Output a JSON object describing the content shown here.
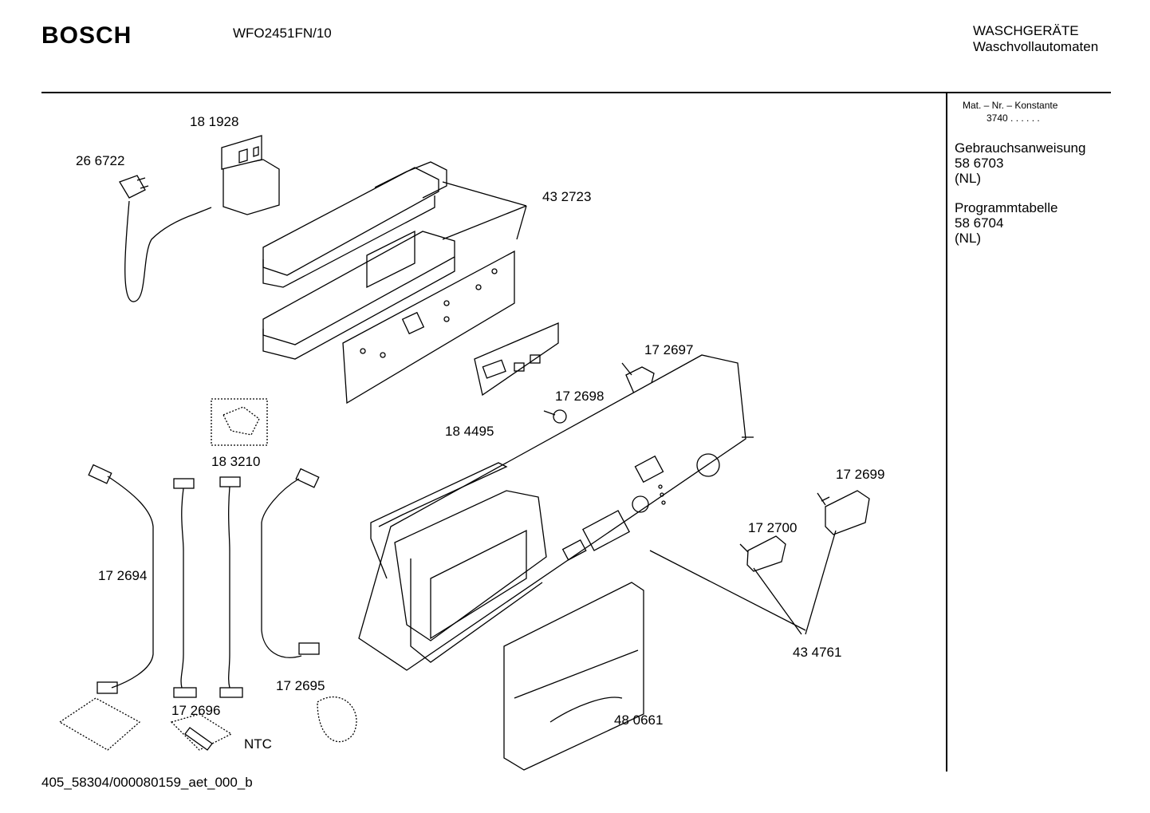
{
  "header": {
    "brand": "BOSCH",
    "model": "WFO2451FN/10",
    "category_line1": "WASCHGERÄTE",
    "category_line2": "Waschvollautomaten"
  },
  "sidebar": {
    "matnr_label": "Mat. – Nr. – Konstante",
    "matnr_value": "3740 . .   . . . .",
    "docs": [
      {
        "title": "Gebrauchsanweisung",
        "number": "58 6703",
        "lang": "(NL)"
      },
      {
        "title": "Programmtabelle",
        "number": "58 6704",
        "lang": "(NL)"
      }
    ]
  },
  "parts": {
    "p181928": "18 1928",
    "p266722": "26 6722",
    "p432723": "43 2723",
    "p172697": "17 2697",
    "p172698": "17 2698",
    "p184495": "18 4495",
    "p183210": "18 3210",
    "p172699": "17 2699",
    "p172700": "17 2700",
    "p172694": "17 2694",
    "p172695": "17 2695",
    "p172696": "17 2696",
    "p434761": "43 4761",
    "p480661": "48 0661",
    "ntc": "NTC"
  },
  "footer": {
    "code": "405_58304/000080159_aet_000_b"
  }
}
